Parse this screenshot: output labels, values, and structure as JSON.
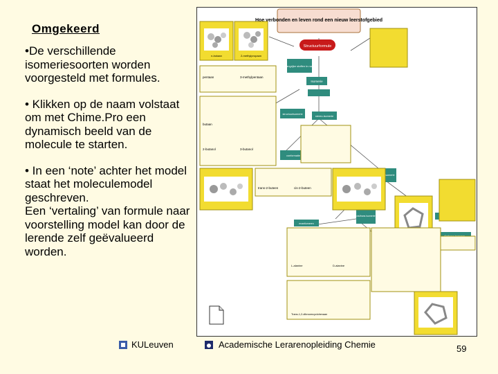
{
  "slide": {
    "title": "Omgekeerd",
    "bullets": [
      "•De verschillende isomeriesoorten worden voorgesteld met formules.",
      "• Klikken op de naam volstaat om met Chime.Pro een dynamisch beeld van de molecule te starten.",
      "• In een ‘note’ achter het model staat het moleculemodel geschreven.\nEen ‘vertaling’ van formule naar voorstelling model kan door de lerende zelf geëvalueerd worden."
    ]
  },
  "diagram": {
    "top_title": "Hoe verbonden en leven rond een nieuw leerstofgebied",
    "central_node": "Structuurformule",
    "concept_map_nodes": [
      "Belangrijke stoffen in natuur",
      "Isomerie",
      "structuurisomerie",
      "stereo-isomerie",
      "conformatie",
      "configuratie-isomerie",
      "cis/trans isomerie",
      "optische isomerie",
      "enantiomeren",
      "diastereo-isomeren"
    ],
    "box_labels": [
      "n-butaan",
      "2-methylpropaan",
      "pentaan",
      "3-methylpentaan",
      "butaan",
      "2-butanol",
      "3-butanol",
      "trans-2-buteen",
      "cis-2-buteen",
      "L-alanine",
      "D-alanine",
      "Trans-1,2-dibroomcyclohexaan"
    ]
  },
  "footer": {
    "left": "KULeuven",
    "center": "Academische Lerarenopleiding Chemie",
    "page_number": "59"
  },
  "colors": {
    "background": "#fffbe3",
    "box_yellow": "#f2dc30",
    "node_green": "#2f8c7e",
    "title_pink": "#f7ddd1",
    "red_node": "#c81a1a"
  },
  "icons": [
    "note-icon",
    "kuleuven-logo-icon",
    "alc-logo-icon"
  ]
}
